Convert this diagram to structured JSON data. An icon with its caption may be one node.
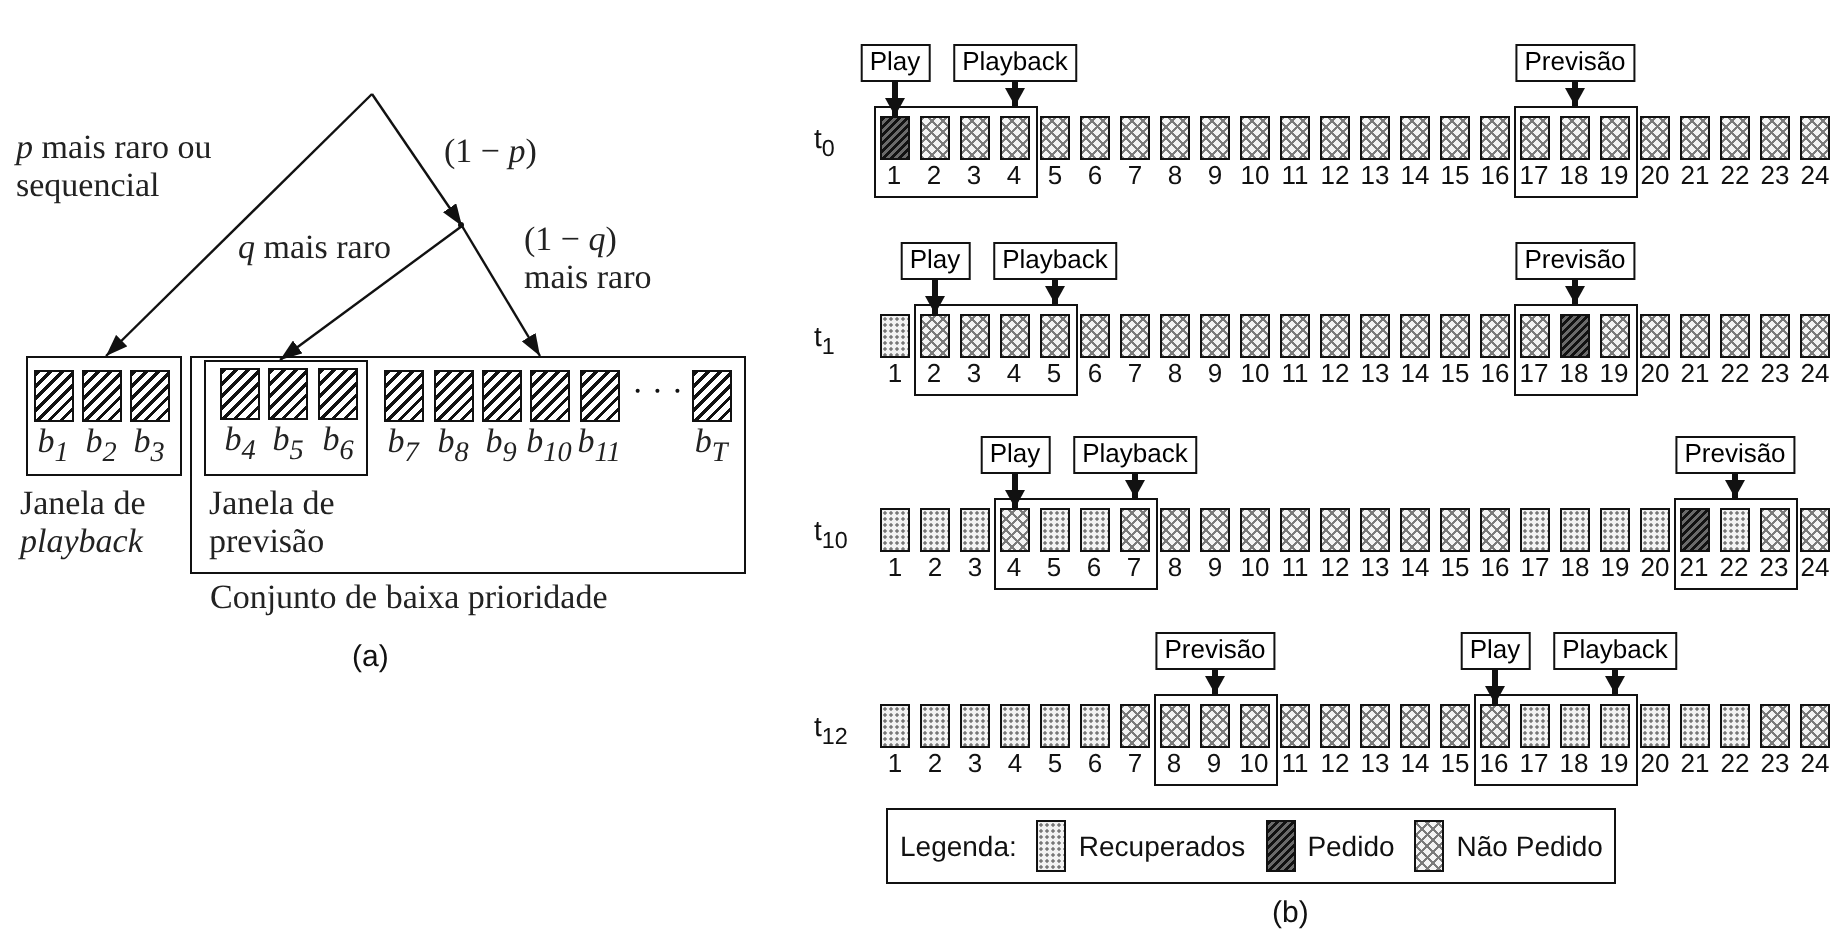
{
  "diagram": {
    "nodes": [
      {
        "text": [
          "Janela de *playback*"
        ]
      },
      {
        "text": [
          "b$_{1}$"
        ],
        "in": 0
      },
      {
        "text": [
          "b$_{2}$"
        ],
        "in": 0
      },
      {
        "text": [
          "b$_{3}$"
        ],
        "in": 0
      },
      {
        "text": [
          "Conjunto de baixa prioridade"
        ]
      },
      {
        "text": [
          "Janela de previsão"
        ],
        "in": 4
      },
      {
        "text": [
          "b$_{4}$"
        ],
        "in": 5
      },
      {
        "text": [
          "b$_{5}$"
        ],
        "in": 5
      },
      {
        "text": [
          "b$_{6}$"
        ],
        "in": 5
      },
      {
        "text": [
          "b$_{7}$"
        ],
        "in": 4
      },
      {
        "text": [
          "b$_{8}$"
        ],
        "in": 4
      },
      {
        "text": [
          "b$_{9}$"
        ],
        "in": 4
      },
      {
        "text": [
          "b$_{10}$"
        ],
        "in": 4
      },
      {
        "text": [
          "b$_{11}$"
        ],
        "in": 4
      },
      {
        "text": [
          "b$_{T}$"
        ],
        "in": 4
      },
      {
        "text": [],
        "shape": "point"
      },
      {
        "text": [
          "Play"
        ]
      },
      {
        "text": [
          "Playback"
        ]
      },
      {
        "text": [
          "Previsão"
        ]
      },
      {
        "text": [],
        "shape": "box"
      },
      {
        "text": [
          "1"
        ],
        "in": 19
      },
      {
        "text": [
          "2"
        ],
        "in": 19
      },
      {
        "text": [
          "3"
        ],
        "in": 19
      },
      {
        "text": [
          "4"
        ],
        "in": 19
      },
      {
        "text": [
          "5"
        ]
      },
      {
        "text": [
          "6"
        ]
      },
      {
        "text": [
          "7"
        ]
      },
      {
        "text": [
          "8"
        ]
      },
      {
        "text": [
          "9"
        ]
      },
      {
        "text": [
          "10"
        ]
      },
      {
        "text": [
          "11"
        ]
      },
      {
        "text": [
          "12"
        ]
      },
      {
        "text": [
          "13"
        ]
      },
      {
        "text": [
          "14"
        ]
      },
      {
        "text": [
          "15"
        ]
      },
      {
        "text": [
          "16"
        ]
      },
      {
        "text": [],
        "shape": "box"
      },
      {
        "text": [
          "17"
        ],
        "in": 36
      },
      {
        "text": [
          "18"
        ],
        "in": 36
      },
      {
        "text": [
          "19"
        ],
        "in": 36
      },
      {
        "text": [
          "20"
        ]
      },
      {
        "text": [
          "21"
        ]
      },
      {
        "text": [
          "22"
        ]
      },
      {
        "text": [
          "23"
        ]
      },
      {
        "text": [
          "24"
        ]
      },
      {
        "text": [
          "Play"
        ]
      },
      {
        "text": [
          "Playback"
        ]
      },
      {
        "text": [
          "Previsão"
        ]
      },
      {
        "text": [
          "1"
        ]
      },
      {
        "text": [],
        "shape": "box"
      },
      {
        "text": [
          "2"
        ],
        "in": 49
      },
      {
        "text": [
          "3"
        ],
        "in": 49
      },
      {
        "text": [
          "4"
        ],
        "in": 49
      },
      {
        "text": [
          "5"
        ],
        "in": 49
      },
      {
        "text": [
          "6"
        ]
      },
      {
        "text": [
          "7"
        ]
      },
      {
        "text": [
          "8"
        ]
      },
      {
        "text": [
          "9"
        ]
      },
      {
        "text": [
          "10"
        ]
      },
      {
        "text": [
          "11"
        ]
      },
      {
        "text": [
          "12"
        ]
      },
      {
        "text": [
          "13"
        ]
      },
      {
        "text": [
          "14"
        ]
      },
      {
        "text": [
          "15"
        ]
      },
      {
        "text": [
          "16"
        ]
      },
      {
        "text": [],
        "shape": "box"
      },
      {
        "text": [
          "17"
        ],
        "in": 65
      },
      {
        "text": [
          "18"
        ],
        "in": 65
      },
      {
        "text": [
          "19"
        ],
        "in": 65
      },
      {
        "text": [
          "20"
        ]
      },
      {
        "text": [
          "21"
        ]
      },
      {
        "text": [
          "22"
        ]
      },
      {
        "text": [
          "23"
        ]
      },
      {
        "text": [
          "24"
        ]
      },
      {
        "text": [
          "Play"
        ]
      },
      {
        "text": [
          "Playback"
        ]
      },
      {
        "text": [
          "Previsão"
        ]
      },
      {
        "text": [
          "1"
        ]
      },
      {
        "text": [
          "2"
        ]
      },
      {
        "text": [
          "3"
        ]
      },
      {
        "text": [],
        "shape": "box"
      },
      {
        "text": [
          "4"
        ],
        "in": 80
      },
      {
        "text": [
          "5"
        ],
        "in": 80
      },
      {
        "text": [
          "6"
        ],
        "in": 80
      },
      {
        "text": [
          "7"
        ],
        "in": 80
      },
      {
        "text": [
          "8"
        ]
      },
      {
        "text": [
          "9"
        ]
      },
      {
        "text": [
          "10"
        ]
      },
      {
        "text": [
          "11"
        ]
      },
      {
        "text": [
          "12"
        ]
      },
      {
        "text": [
          "13"
        ]
      },
      {
        "text": [
          "14"
        ]
      },
      {
        "text": [
          "15"
        ]
      },
      {
        "text": [
          "16"
        ]
      },
      {
        "text": [
          "17"
        ]
      },
      {
        "text": [
          "18"
        ]
      },
      {
        "text": [
          "19"
        ]
      },
      {
        "text": [
          "20"
        ]
      },
      {
        "text": [],
        "shape": "box"
      },
      {
        "text": [
          "21"
        ],
        "in": 98
      },
      {
        "text": [
          "22"
        ],
        "in": 98
      },
      {
        "text": [
          "23"
        ],
        "in": 98
      },
      {
        "text": [
          "24"
        ]
      },
      {
        "text": [
          "Previsão"
        ]
      },
      {
        "text": [
          "Play"
        ]
      },
      {
        "text": [
          "Playback"
        ]
      },
      {
        "text": [
          "1"
        ]
      },
      {
        "text": [
          "2"
        ]
      },
      {
        "text": [
          "3"
        ]
      },
      {
        "text": [
          "4"
        ]
      },
      {
        "text": [
          "5"
        ]
      },
      {
        "text": [
          "6"
        ]
      },
      {
        "text": [
          "7"
        ]
      },
      {
        "text": [],
        "shape": "box"
      },
      {
        "text": [
          "8"
        ],
        "in": 113
      },
      {
        "text": [
          "9"
        ],
        "in": 113
      },
      {
        "text": [
          "10"
        ],
        "in": 113
      },
      {
        "text": [
          "11"
        ]
      },
      {
        "text": [
          "12"
        ]
      },
      {
        "text": [
          "13"
        ]
      },
      {
        "text": [
          "14"
        ]
      },
      {
        "text": [
          "15"
        ]
      },
      {
        "text": [],
        "shape": "box"
      },
      {
        "text": [
          "16"
        ],
        "in": 122
      },
      {
        "text": [
          "17"
        ],
        "in": 122
      },
      {
        "text": [
          "18"
        ],
        "in": 122
      },
      {
        "text": [
          "19"
        ],
        "in": 122
      },
      {
        "text": [
          "20"
        ]
      },
      {
        "text": [
          "21"
        ]
      },
      {
        "text": [
          "22"
        ]
      },
      {
        "text": [
          "23"
        ]
      },
      {
        "text": [
          "24"
        ]
      }
    ],
    "edges": [
      {
        "from": null,
        "to": 0,
        "arrow": "to",
        "label": "*p* mais raro ou sequencial"
      },
      {
        "from": null,
        "to": 15,
        "arrow": "to",
        "label": "(1 − *p*)"
      },
      {
        "from": 15,
        "to": 5,
        "arrow": "to",
        "label": "*q* mais raro"
      },
      {
        "from": 15,
        "to": 4,
        "arrow": "to",
        "label": "(1 − *q*) mais raro"
      },
      {
        "from": 16,
        "to": 20,
        "arrow": "to"
      },
      {
        "from": 17,
        "to": 19,
        "arrow": "to"
      },
      {
        "from": 18,
        "to": 36,
        "arrow": "to"
      },
      {
        "from": 45,
        "to": 50,
        "arrow": "to"
      },
      {
        "from": 46,
        "to": 49,
        "arrow": "to"
      },
      {
        "from": 47,
        "to": 65,
        "arrow": "to"
      },
      {
        "from": 74,
        "to": 81,
        "arrow": "to"
      },
      {
        "from": 75,
        "to": 80,
        "arrow": "to"
      },
      {
        "from": 76,
        "to": 98,
        "arrow": "to"
      },
      {
        "from": 103,
        "to": 113,
        "arrow": "to"
      },
      {
        "from": 104,
        "to": 123,
        "arrow": "to"
      },
      {
        "from": 105,
        "to": 122,
        "arrow": "to"
      }
    ],
    "labels": [
      "· · ·",
      "(a)",
      "t$_{0}$",
      "t$_{1}$",
      "t$_{10}$",
      "t$_{12}$",
      "Legenda:",
      "(b)"
    ],
    "legend": [
      {
        "text": "Recuperados"
      },
      {
        "text": "Pedido"
      },
      {
        "text": "Não Pedido"
      }
    ]
  }
}
